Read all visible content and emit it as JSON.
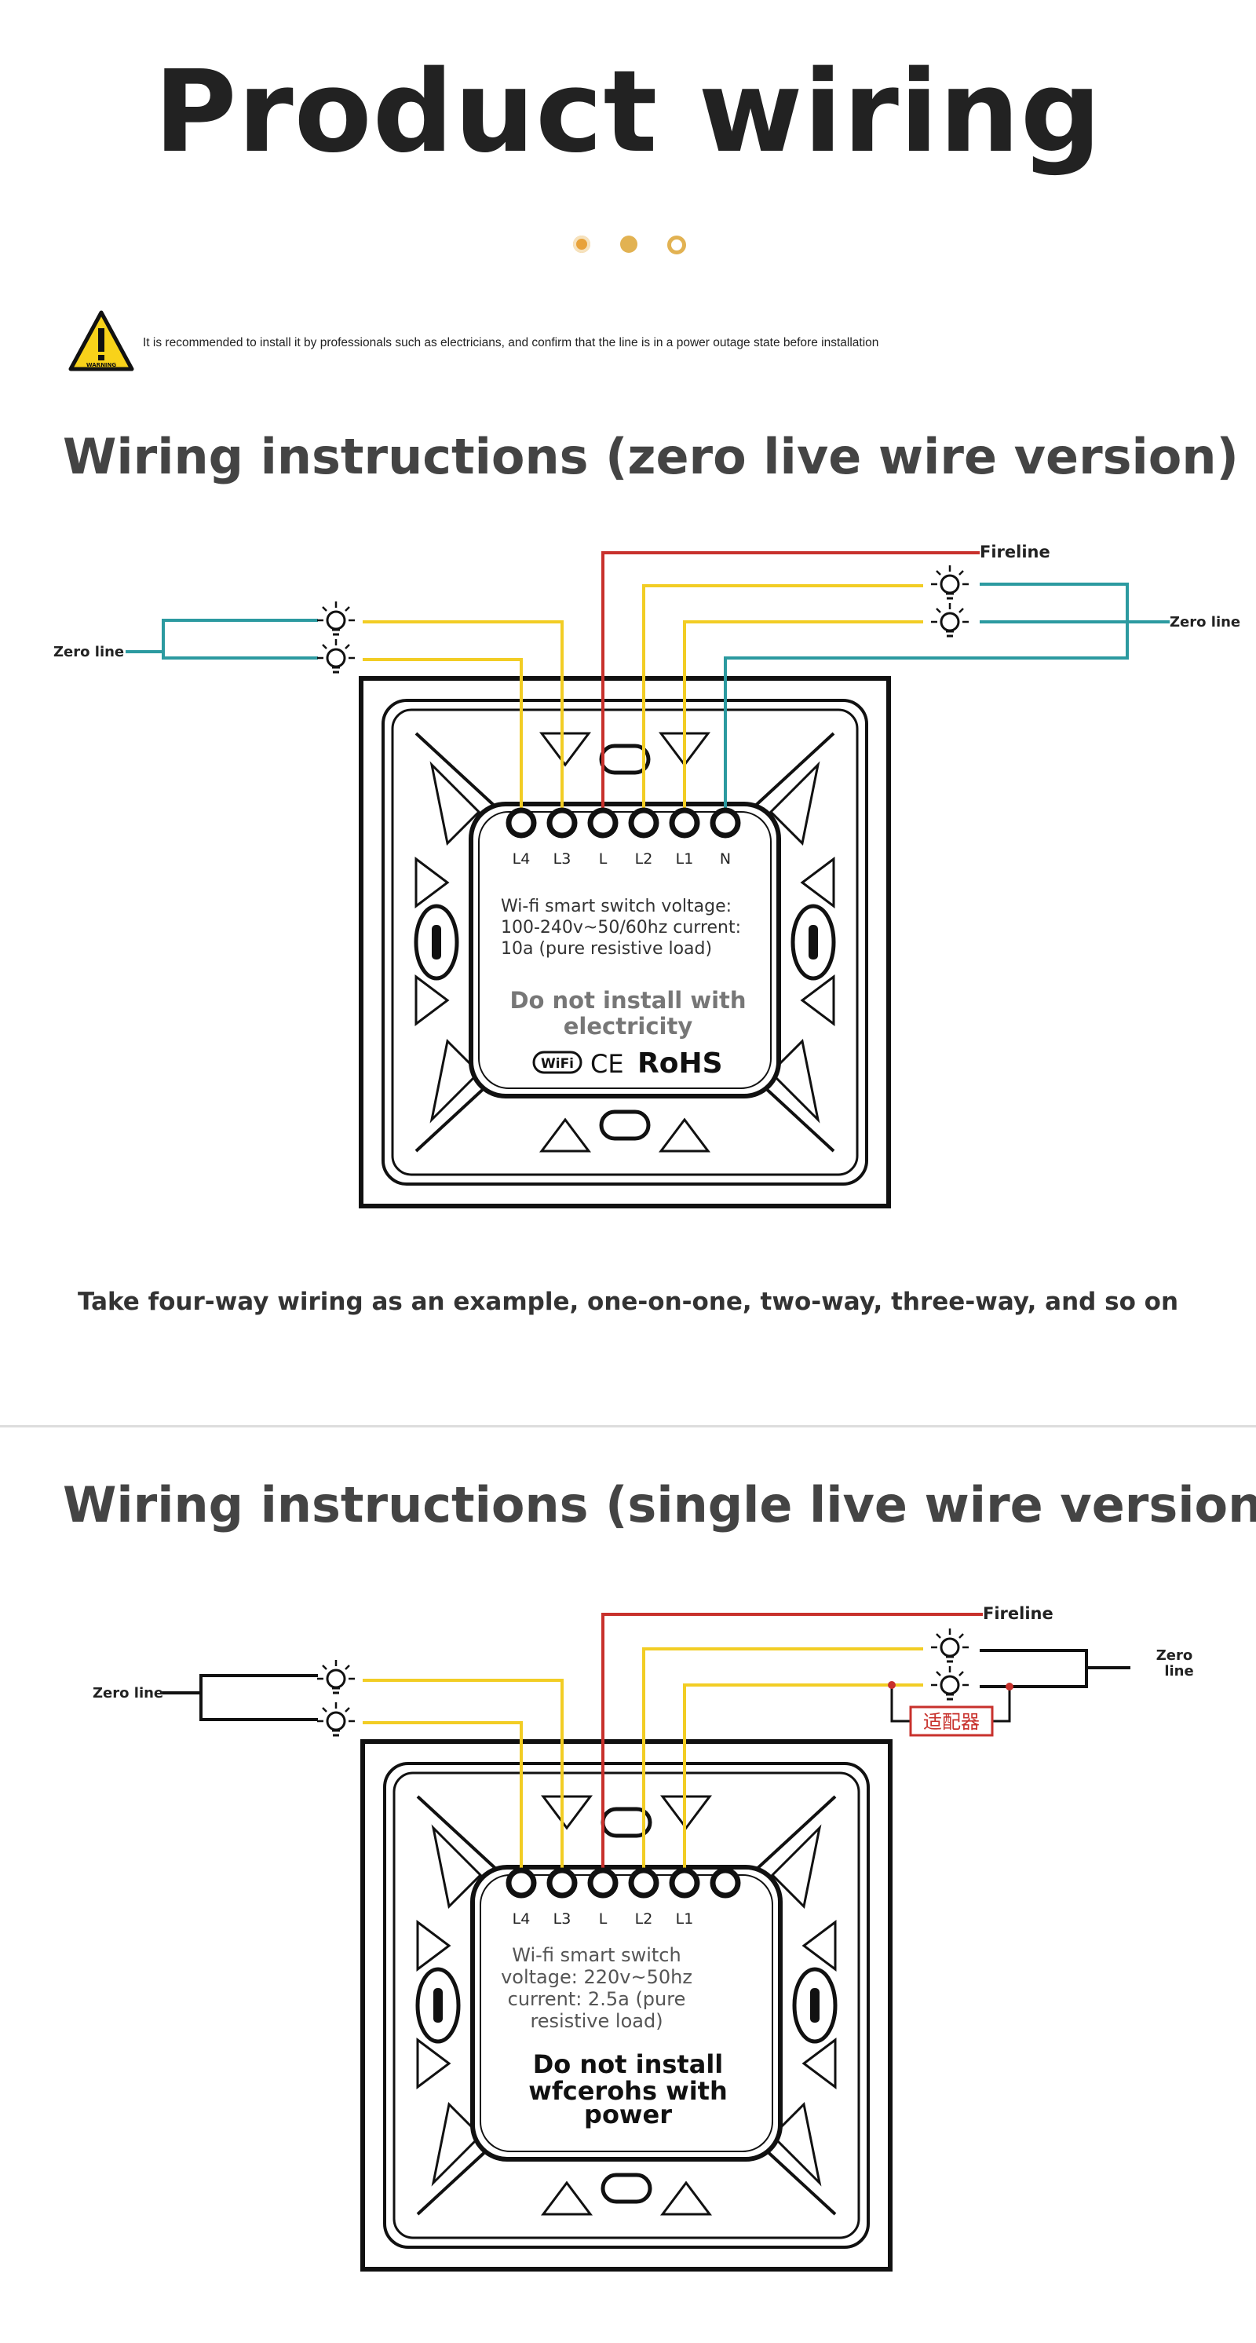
{
  "header": {
    "title": "Product wiring",
    "dot_colors": [
      "#e8a23a",
      "#e2b252",
      "#e2b252"
    ]
  },
  "warning": {
    "icon_label": "WARNING",
    "text": "It is recommended to install it by professionals such as electricians, and confirm that the line is in a power outage state before installation"
  },
  "section1": {
    "title": "Wiring instructions (zero live wire version)",
    "labels": {
      "fireline": "Fireline",
      "zero_left": "Zero line",
      "zero_right": "Zero line"
    },
    "terminals": [
      "L4",
      "L3",
      "L",
      "L2",
      "L1",
      "N"
    ],
    "spec_text": [
      "Wi-fi smart switch voltage:",
      "100-240v~50/60hz current:",
      "10a (pure resistive load)"
    ],
    "notice": [
      "Do not install with",
      "electricity"
    ],
    "certs": [
      "WiFi",
      "CE",
      "RoHS"
    ],
    "caption": "Take four-way wiring as an example, one-on-one, two-way, three-way, and so on"
  },
  "section2": {
    "title": "Wiring instructions (single live wire version)",
    "labels": {
      "fireline": "Fireline",
      "zero_left": "Zero line",
      "zero_right": [
        "Zero",
        "line"
      ],
      "adapter": "适配器"
    },
    "terminals": [
      "L4",
      "L3",
      "L",
      "L2",
      "L1"
    ],
    "spec_text": [
      "Wi-fi smart switch",
      "voltage: 220v~50hz",
      "current: 2.5a (pure",
      "resistive load)"
    ],
    "notice": [
      "Do not install",
      "wfcerohs with",
      "power"
    ]
  },
  "colors": {
    "fire": "#c8312c",
    "load": "#f2cd24",
    "neutral": "#2c9aa0",
    "black": "#111111",
    "warning_yellow": "#f8d21a"
  }
}
